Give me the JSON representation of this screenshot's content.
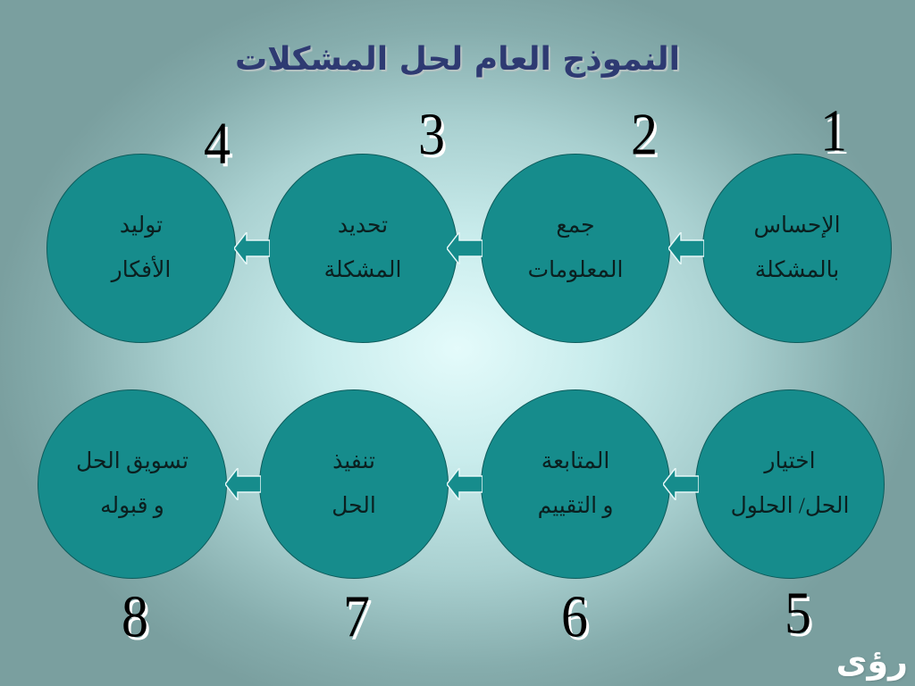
{
  "title": "النموذج العام لحل المشكلات",
  "steps": [
    {
      "number": "1",
      "line1": "الإحساس",
      "line2": "بالمشكلة"
    },
    {
      "number": "2",
      "line1": "جمع",
      "line2": "المعلومات"
    },
    {
      "number": "3",
      "line1": "تحديد",
      "line2": "المشكلة"
    },
    {
      "number": "4",
      "line1": "توليد",
      "line2": "الأفكار"
    },
    {
      "number": "5",
      "line1": "اختيار",
      "line2": "الحل/ الحلول"
    },
    {
      "number": "6",
      "line1": "المتابعة",
      "line2": "و التقييم"
    },
    {
      "number": "7",
      "line1": "تنفيذ",
      "line2": "الحل"
    },
    {
      "number": "8",
      "line1": "تسويق الحل",
      "line2": "و قبوله"
    }
  ],
  "logo": "رؤى",
  "colors": {
    "circle_fill": "#168c8c",
    "title": "#2e3a72",
    "arrow": "#168c8c"
  }
}
